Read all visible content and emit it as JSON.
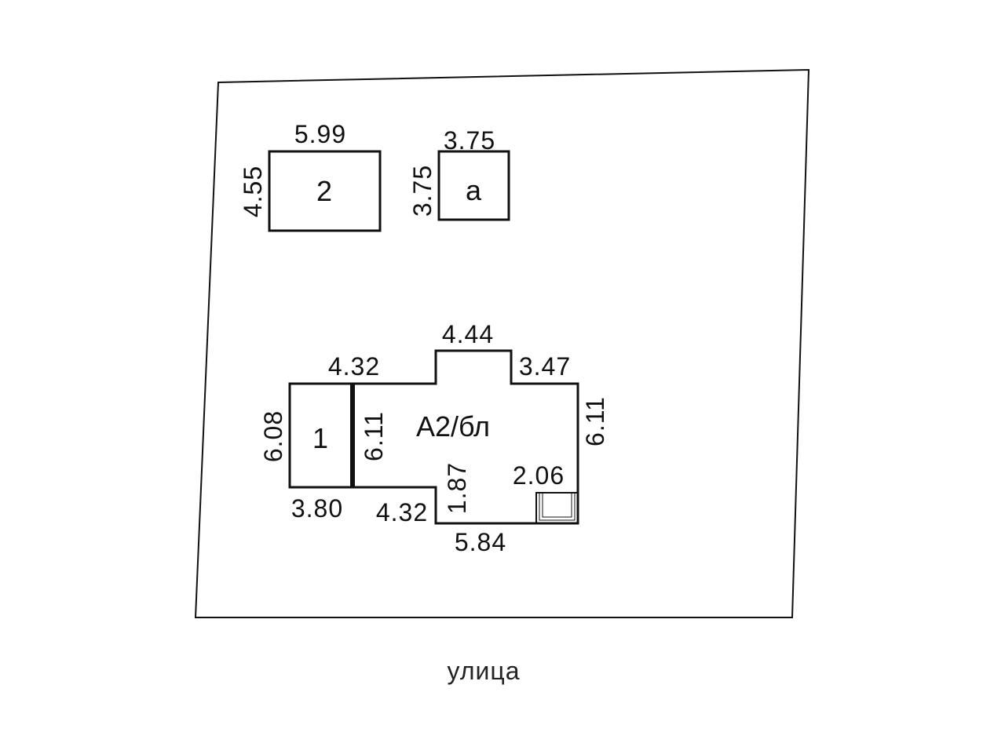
{
  "plot": {
    "street_label": "улица"
  },
  "buildings": {
    "b2": {
      "label": "2",
      "width": "5.99",
      "depth": "4.55"
    },
    "ba": {
      "label": "a",
      "width": "3.75",
      "depth": "3.75"
    },
    "b1": {
      "label": "1",
      "depth": "6.08",
      "bottom": "3.80"
    },
    "main": {
      "label": "А2/бл",
      "top_left": "4.32",
      "top_mid": "4.44",
      "top_right": "3.47",
      "right": "6.11",
      "left_wall": "6.11",
      "bottom_left": "4.32",
      "notch": "1.87",
      "bottom": "5.84",
      "porch": "2.06"
    }
  },
  "colors": {
    "line": "#111111",
    "background": "#ffffff"
  }
}
